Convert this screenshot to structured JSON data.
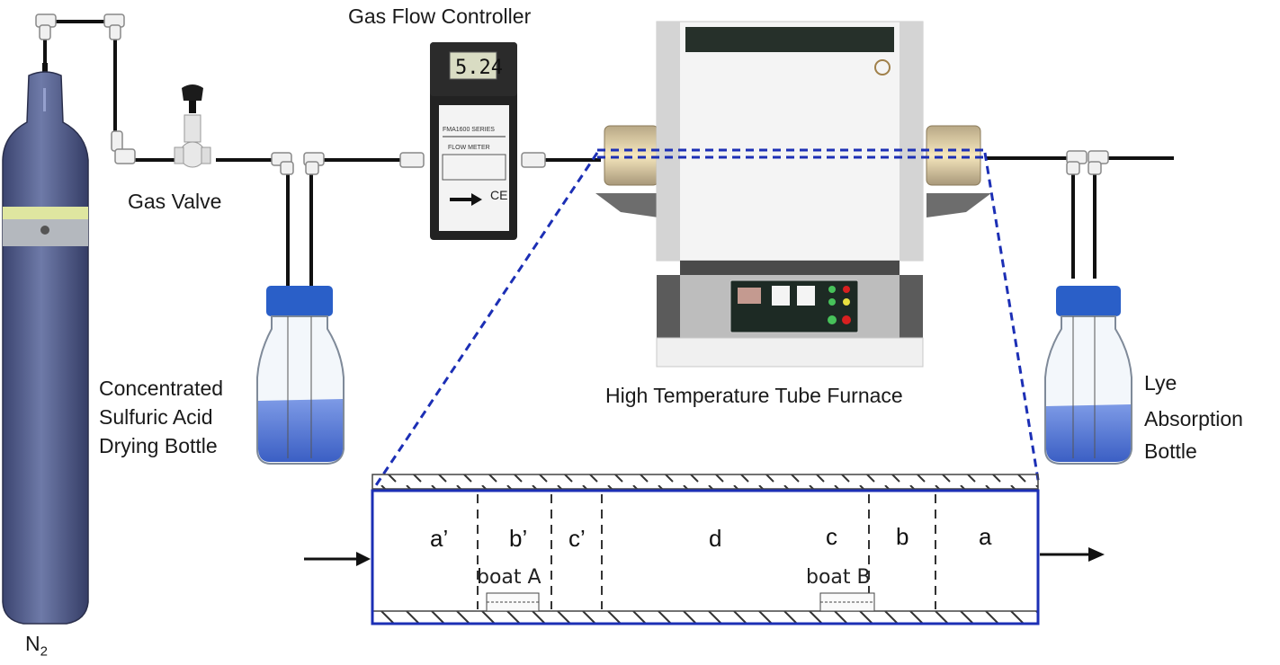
{
  "labels": {
    "gas_flow_controller": "Gas Flow Controller",
    "gas_valve": "Gas Valve",
    "drying_bottle": [
      "Concentrated",
      "Sulfuric Acid",
      "Drying Bottle"
    ],
    "furnace": "High Temperature Tube Furnace",
    "absorption_bottle": [
      "Lye",
      "Absorption",
      "Bottle"
    ],
    "nitrogen": "N",
    "nitrogen_subscript": "2"
  },
  "flow_meter": {
    "display_value": "5.24",
    "series_text": "FMA1600 SERIES",
    "type_text": "FLOW METER",
    "mark": "CE"
  },
  "tube_detail": {
    "zones": [
      "a’",
      "b’",
      "c’",
      "d",
      "c",
      "b",
      "a"
    ],
    "boats": [
      "boat A",
      "boat B"
    ],
    "flow_direction": "left-to-right"
  },
  "colors": {
    "cylinder": "#4a5583",
    "cylinder_band": "#e0e6a0",
    "bottle_cap": "#2a5fc8",
    "liquid": "#5b7fd6",
    "zoom_dash": "#1c2fb5",
    "tube_outline": "#1c2fb5"
  }
}
